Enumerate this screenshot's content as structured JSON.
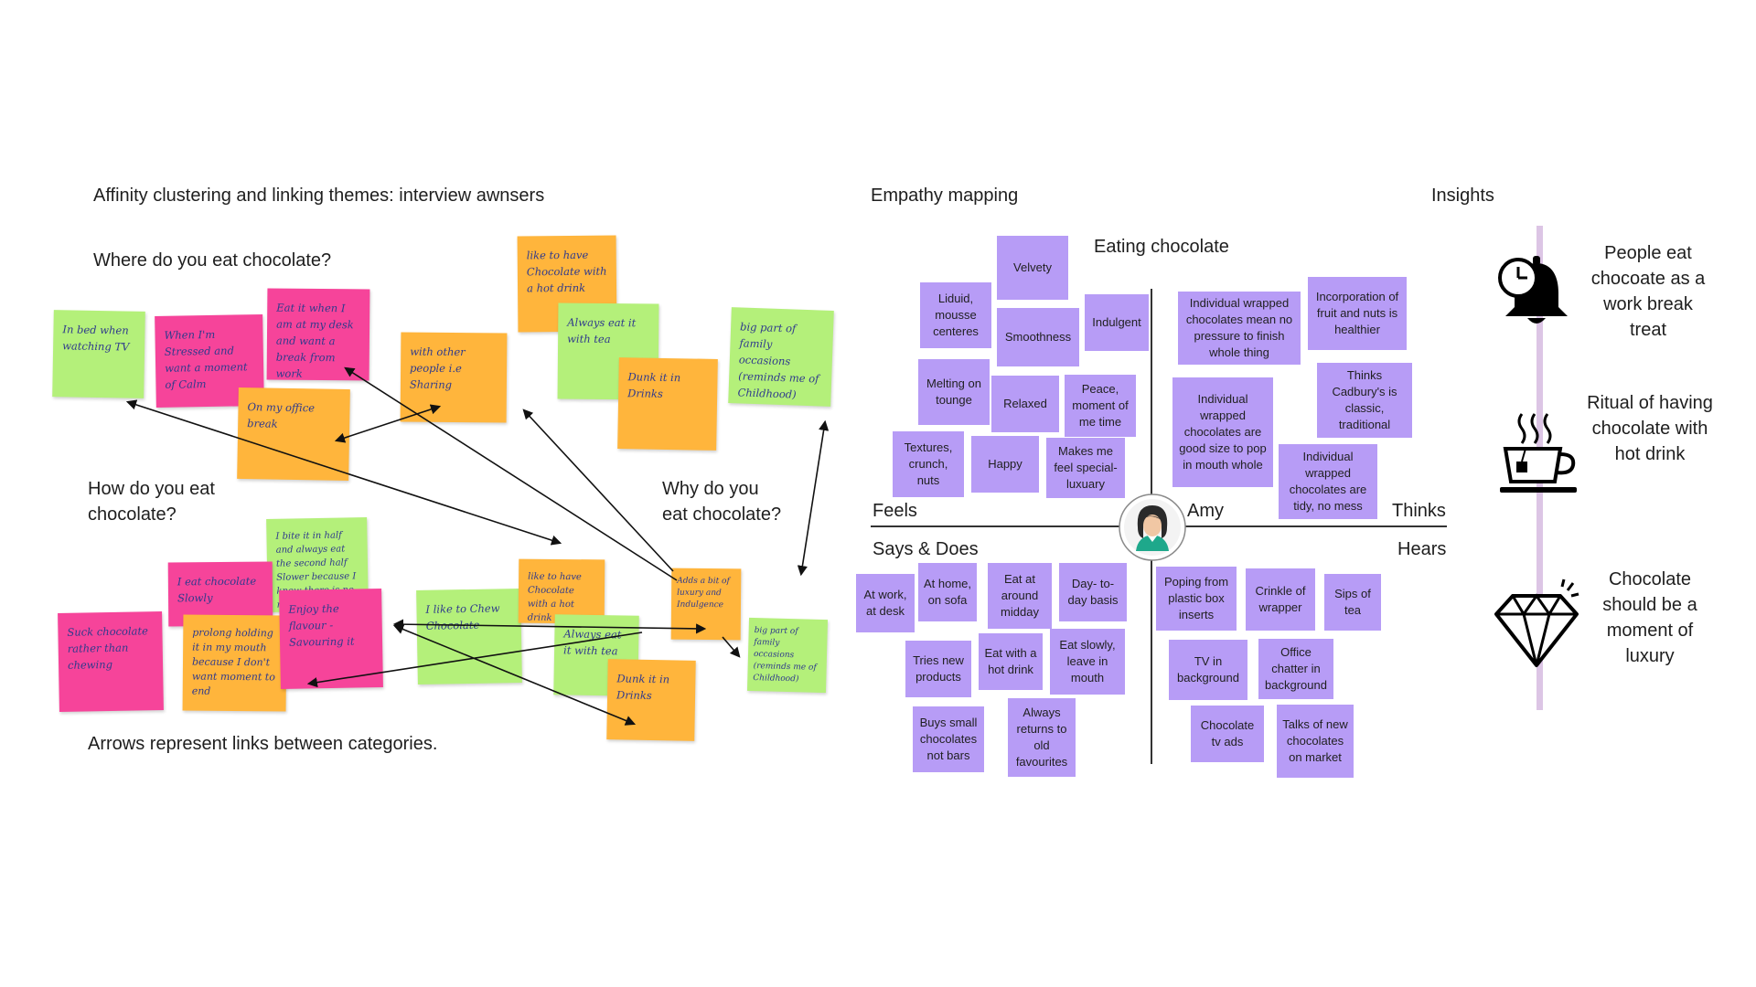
{
  "sections": {
    "affinity_title": "Affinity clustering and linking themes: interview awnsers",
    "empathy_title": "Empathy mapping",
    "insights_title": "Insights"
  },
  "questions": {
    "where": "Where do you eat chocolate?",
    "how_line1": "How do you eat",
    "how_line2": "chocolate?",
    "why_line1": "Why do you",
    "why_line2": "eat chocolate?",
    "footnote": "Arrows represent links between categories."
  },
  "notes": {
    "n1": "In bed when watching TV",
    "n2": "When I'm Stressed and want a moment of Calm",
    "n3": "Eat it when I am at my desk and want a break from work",
    "n4": "On my office break",
    "n5": "with other people i.e Sharing",
    "n6": "like to have Chocolate with a hot drink",
    "n7": "Always eat it with tea",
    "n8": "Dunk it in Drinks",
    "n9": "big part of family occasions (reminds me of Childhood)",
    "n10": "I bite it in half and always eat the second half Slower because I know there is no more",
    "n11": "I eat chocolate Slowly",
    "n12": "Suck chocolate rather than chewing",
    "n13": "prolong holding it in my mouth because I don't want moment to end",
    "n14": "Enjoy the flavour - Savouring it",
    "n15": "I like to Chew Chocolate",
    "n16": "like to have Chocolate with a hot drink",
    "n17": "Always eat it with tea",
    "n18": "Dunk it in Drinks",
    "n19": "Adds a bit of luxury and Indulgence",
    "n20": "big part of family occasions (reminds me of Childhood)"
  },
  "empathy": {
    "center_title": "Eating chocolate",
    "persona_name": "Amy",
    "quadrants": {
      "feels": "Feels",
      "thinks": "Thinks",
      "says_does": "Says & Does",
      "hears": "Hears"
    },
    "feels": {
      "velvety": "Velvety",
      "liquid": "Liduid, mousse centeres",
      "smoothness": "Smoothness",
      "indulgent": "Indulgent",
      "melting": "Melting on tounge",
      "relaxed": "Relaxed",
      "peace": "Peace, moment of me time",
      "textures": "Textures, crunch, nuts",
      "happy": "Happy",
      "special": "Makes me feel special- luxuary"
    },
    "thinks": {
      "no_pressure": "Individual wrapped chocolates mean no pressure to finish whole thing",
      "healthier": "Incorporation of fruit and nuts is healthier",
      "good_size": "Individual wrapped chocolates are good size to pop in mouth whole",
      "classic": "Thinks Cadbury's is classic, traditional",
      "tidy": "Individual wrapped chocolates are tidy, no mess"
    },
    "says_does": {
      "at_work": "At work, at desk",
      "at_home": "At home, on sofa",
      "midday": "Eat at around midday",
      "day_to_day": "Day- to-day basis",
      "new_products": "Tries new products",
      "hot_drink": "Eat with a hot drink",
      "eat_slowly": "Eat slowly, leave in mouth",
      "buys_small": "Buys small chocolates not bars",
      "old_favourites": "Always returns to old favourites"
    },
    "hears": {
      "popping": "Poping from plastic box inserts",
      "crinkle": "Crinkle of wrapper",
      "sips": "Sips of tea",
      "tv": "TV in background",
      "office": "Office chatter in background",
      "ads": "Chocolate tv ads",
      "talks": "Talks of new chocolates on market"
    }
  },
  "insights": {
    "i1": "People eat chocoate as a work break treat",
    "i2": "Ritual of having chocolate with hot drink",
    "i3": "Chocolate should be a moment of luxury",
    "icons": [
      "bell-clock-icon",
      "tea-cup-icon",
      "diamond-icon"
    ]
  },
  "colors": {
    "note_pink": "#f6449a",
    "note_green": "#b4f07a",
    "note_orange": "#ffb53c",
    "empathy_card": "#b79cf6",
    "timeline": "#dcc5e5",
    "note_ink": "#2f3a8c"
  }
}
